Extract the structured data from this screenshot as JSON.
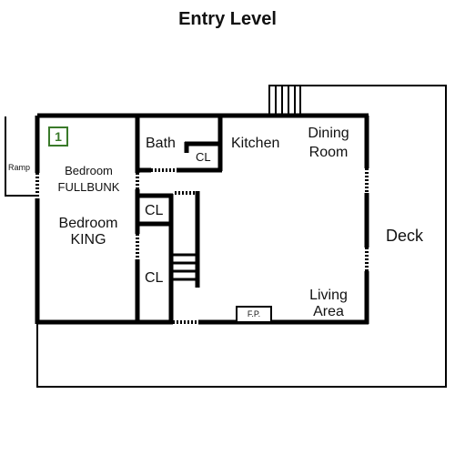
{
  "title": "Entry Level",
  "unit_badge": "1",
  "labels": {
    "ramp": "Ramp",
    "bedroom_fullbunk_1": "Bedroom",
    "bedroom_fullbunk_2": "FULLBUNK",
    "bedroom_king_1": "Bedroom",
    "bedroom_king_2": "KING",
    "bath": "Bath",
    "bath_closet": "CL",
    "kitchen": "Kitchen",
    "dining_1": "Dining",
    "dining_2": "Room",
    "hall_closet": "CL",
    "lower_closet": "CL",
    "deck": "Deck",
    "living_1": "Living",
    "living_2": "Area",
    "fireplace": "F.P."
  },
  "colors": {
    "wall": "#000000",
    "badge": "#3a7a2a"
  }
}
